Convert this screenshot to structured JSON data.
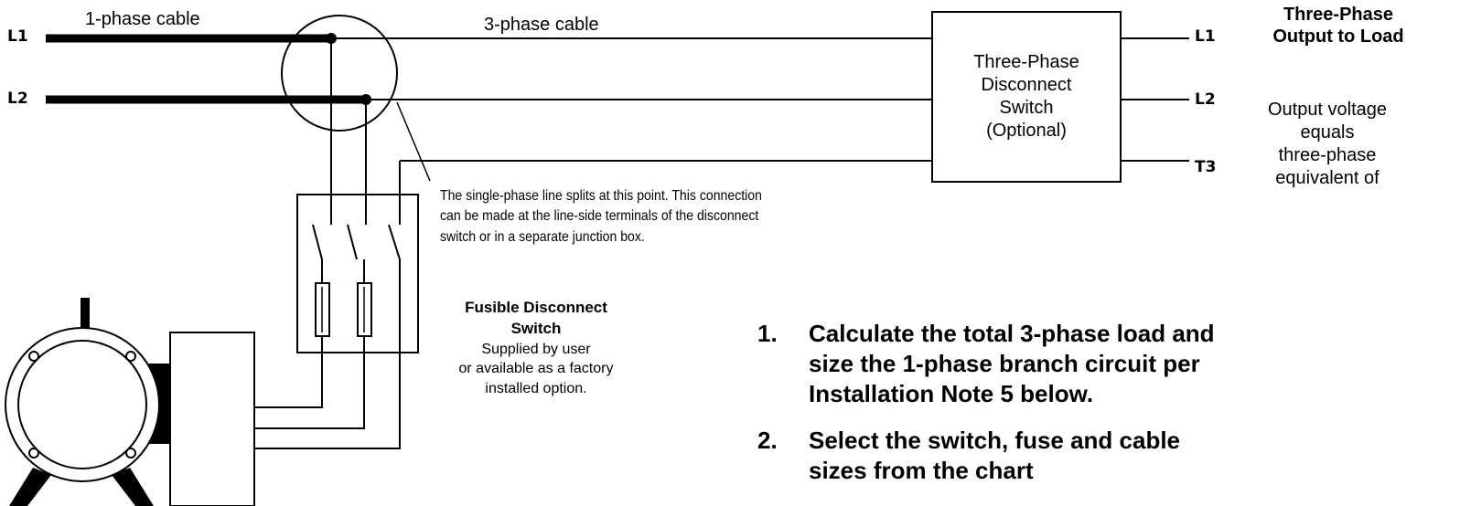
{
  "input": {
    "l1_label": "L1",
    "l2_label": "L2",
    "single_phase_cable_label": "1-phase cable",
    "three_phase_cable_label": "3-phase cable"
  },
  "disconnect_box": {
    "lines": [
      "Three-Phase",
      "Disconnect",
      "Switch",
      "(Optional)"
    ]
  },
  "output": {
    "terminals": [
      "L1",
      "L2",
      "T3"
    ],
    "title_lines": [
      "Three-Phase",
      "Output to Load"
    ],
    "note_lines": [
      "Output voltage",
      "equals",
      "three-phase",
      "equivalent of"
    ]
  },
  "split_note": {
    "lines": [
      "The single-phase line splits at this point.  This connection",
      "can be made at the line-side terminals of the disconnect",
      "switch or in a separate junction box."
    ]
  },
  "fusible_switch": {
    "title_lines": [
      "Fusible Disconnect",
      "Switch"
    ],
    "desc_lines": [
      "Supplied by user",
      "or available as a factory",
      "installed option."
    ]
  },
  "steps": [
    {
      "number": "1.",
      "lines": [
        "Calculate the total 3-phase load and",
        "size the 1-phase branch circuit per",
        "Installation Note 5 below."
      ]
    },
    {
      "number": "2.",
      "lines": [
        "Select the switch, fuse and cable",
        "sizes from the chart"
      ]
    }
  ]
}
